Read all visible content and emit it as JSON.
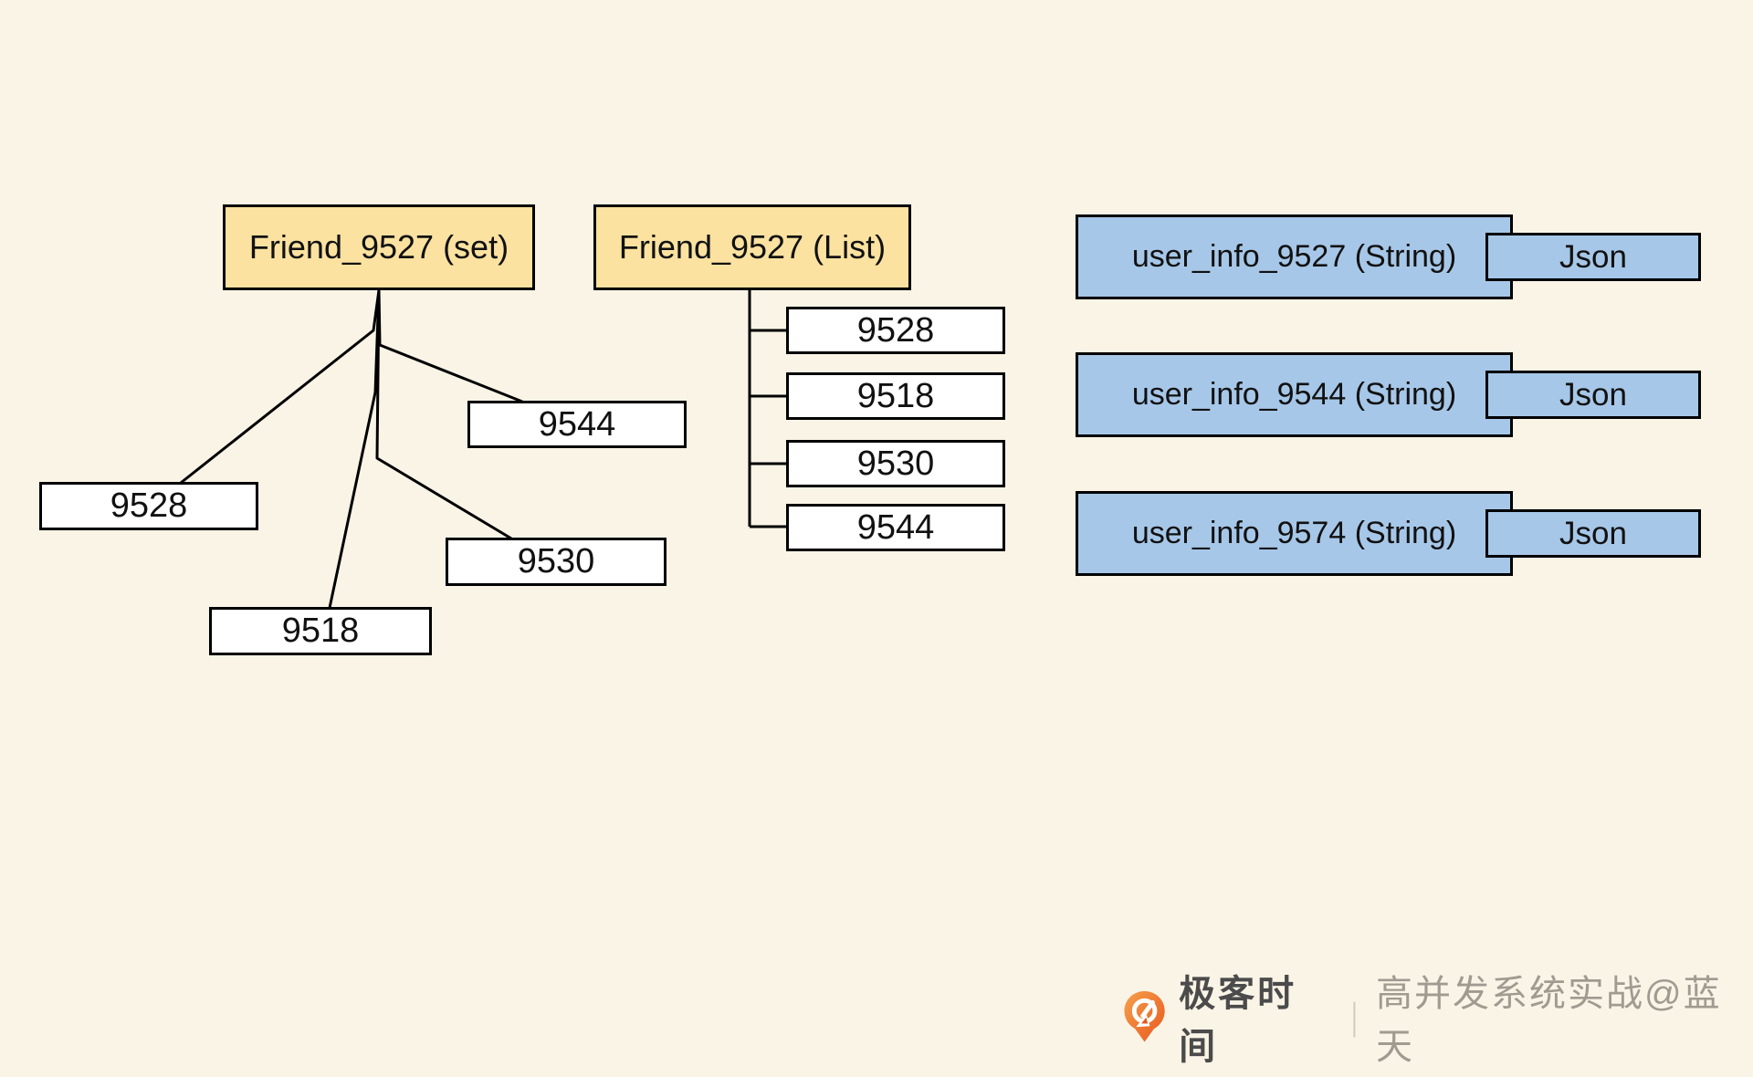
{
  "colors": {
    "bg": "#f9f4e6",
    "node-yellow": "#fbe2a0",
    "node-blue": "#a6c7e8",
    "node-white": "#ffffff",
    "line": "#000000",
    "brand-orange": "#ed6a2c",
    "brand-text": "#4b4b4b",
    "course-text": "#a09a90"
  },
  "set_diagram": {
    "parent_label": "Friend_9527 (set)",
    "members": [
      "9544",
      "9528",
      "9530",
      "9518"
    ]
  },
  "list_diagram": {
    "parent_label": "Friend_9527 (List)",
    "items": [
      "9528",
      "9518",
      "9530",
      "9544"
    ]
  },
  "string_entries": [
    {
      "label": "user_info_9527 (String)",
      "tag": "Json"
    },
    {
      "label": "user_info_9544 (String)",
      "tag": "Json"
    },
    {
      "label": "user_info_9574 (String)",
      "tag": "Json"
    }
  ],
  "footer": {
    "brand": "极客时间",
    "separator": "|",
    "course": "高并发系统实战@蓝天"
  }
}
